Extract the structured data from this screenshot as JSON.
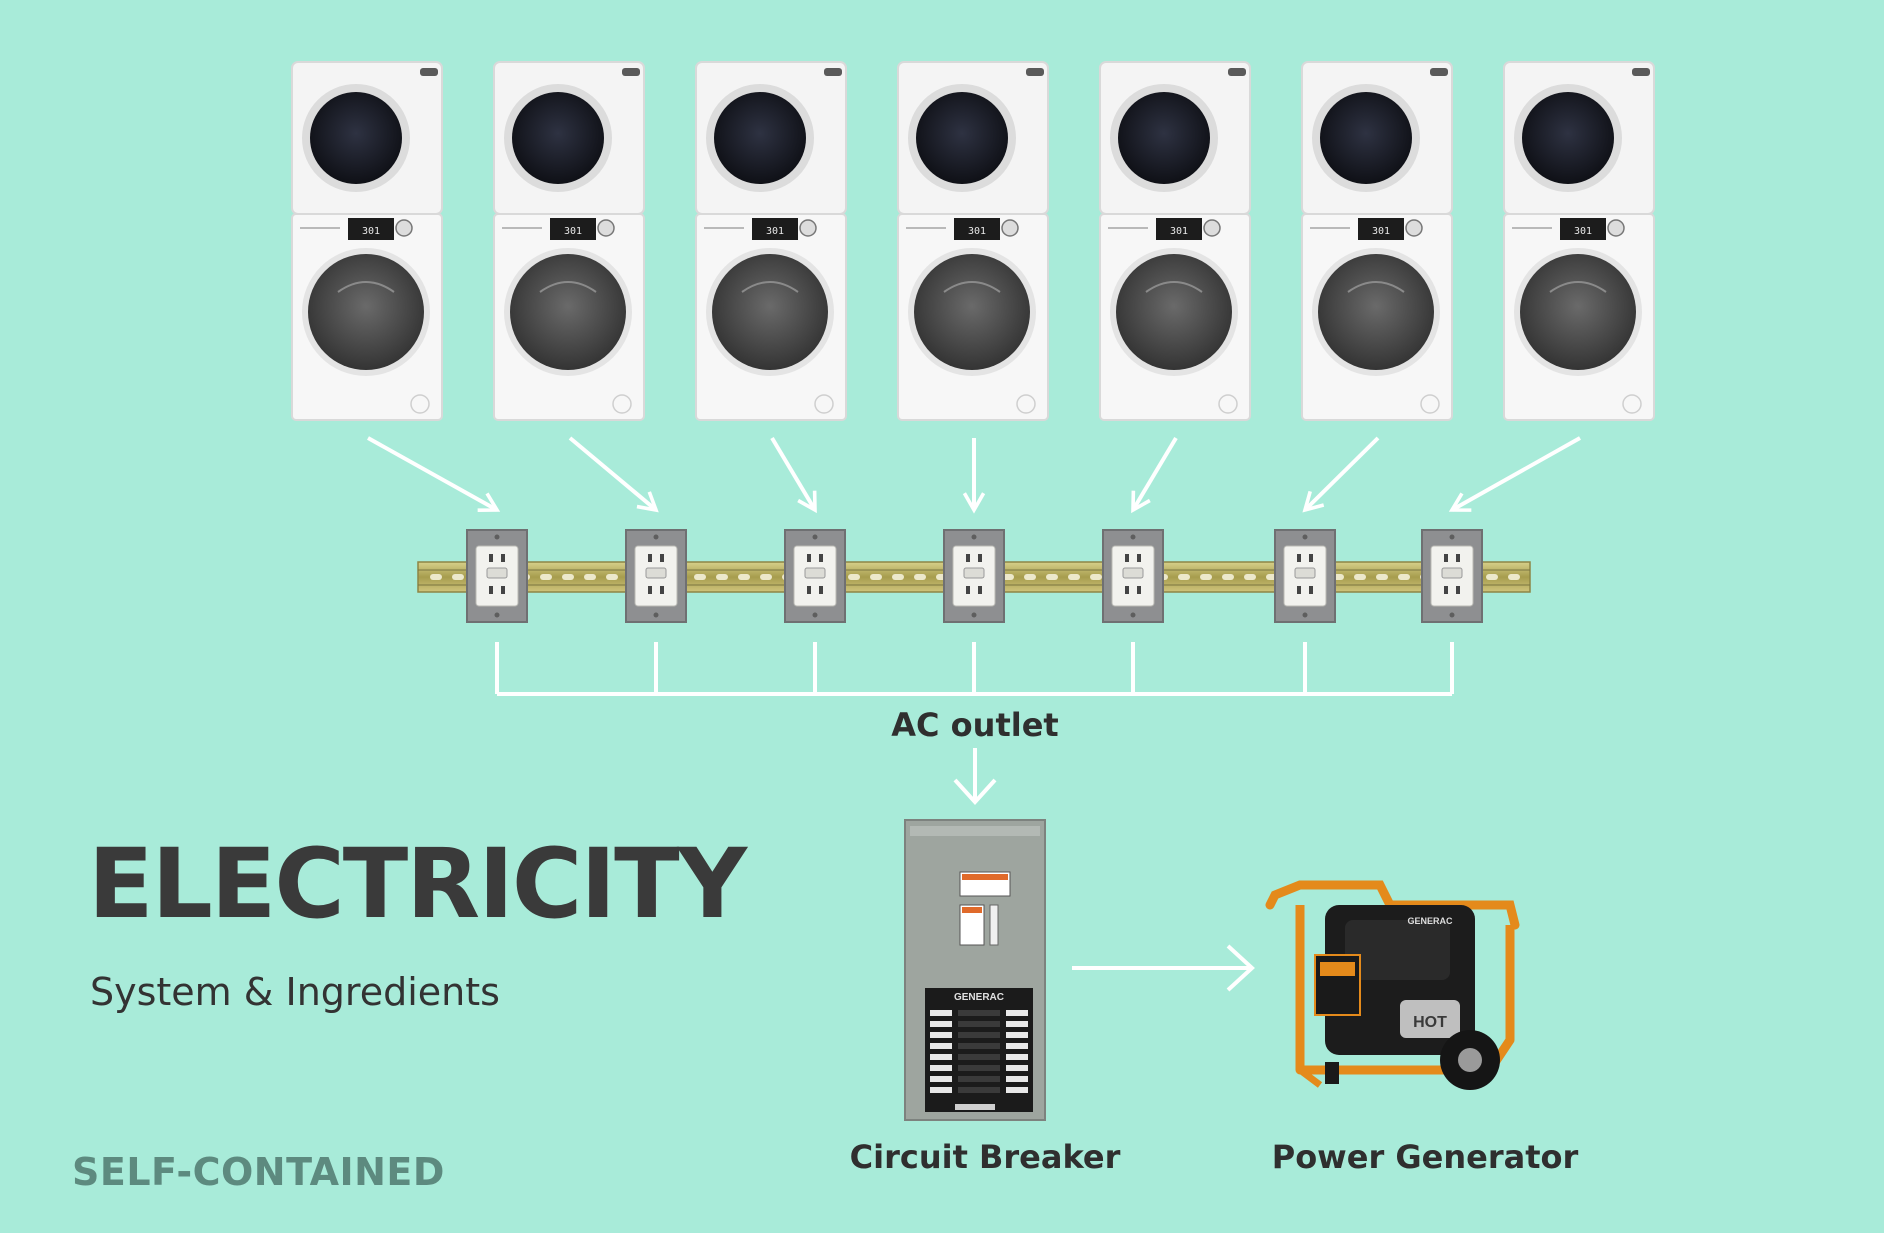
{
  "title": "ELECTRICITY",
  "subtitle": "System & Ingredients",
  "tagline": "SELF-CONTAINED",
  "labels": {
    "ac_outlet": "AC outlet",
    "circuit_breaker": "Circuit Breaker",
    "power_generator": "Power Generator"
  },
  "appliances": {
    "count": 7,
    "panel_readout": "301"
  },
  "outlets": {
    "count": 7
  },
  "equipment": {
    "breaker_brand": "GENERAC",
    "generator_brand": "GENERAC",
    "generator_hot_label": "HOT"
  },
  "colors": {
    "background": "#a8ebd9",
    "arrow": "#ffffff",
    "machine_body": "#f4f4f4",
    "machine_door": "#1d1f27",
    "outlet_plate": "#8e8f91",
    "rail": "#b8b060",
    "breaker_panel": "#9ea59f",
    "generator_frame": "#e48a1b",
    "generator_body": "#1c1c1c"
  }
}
